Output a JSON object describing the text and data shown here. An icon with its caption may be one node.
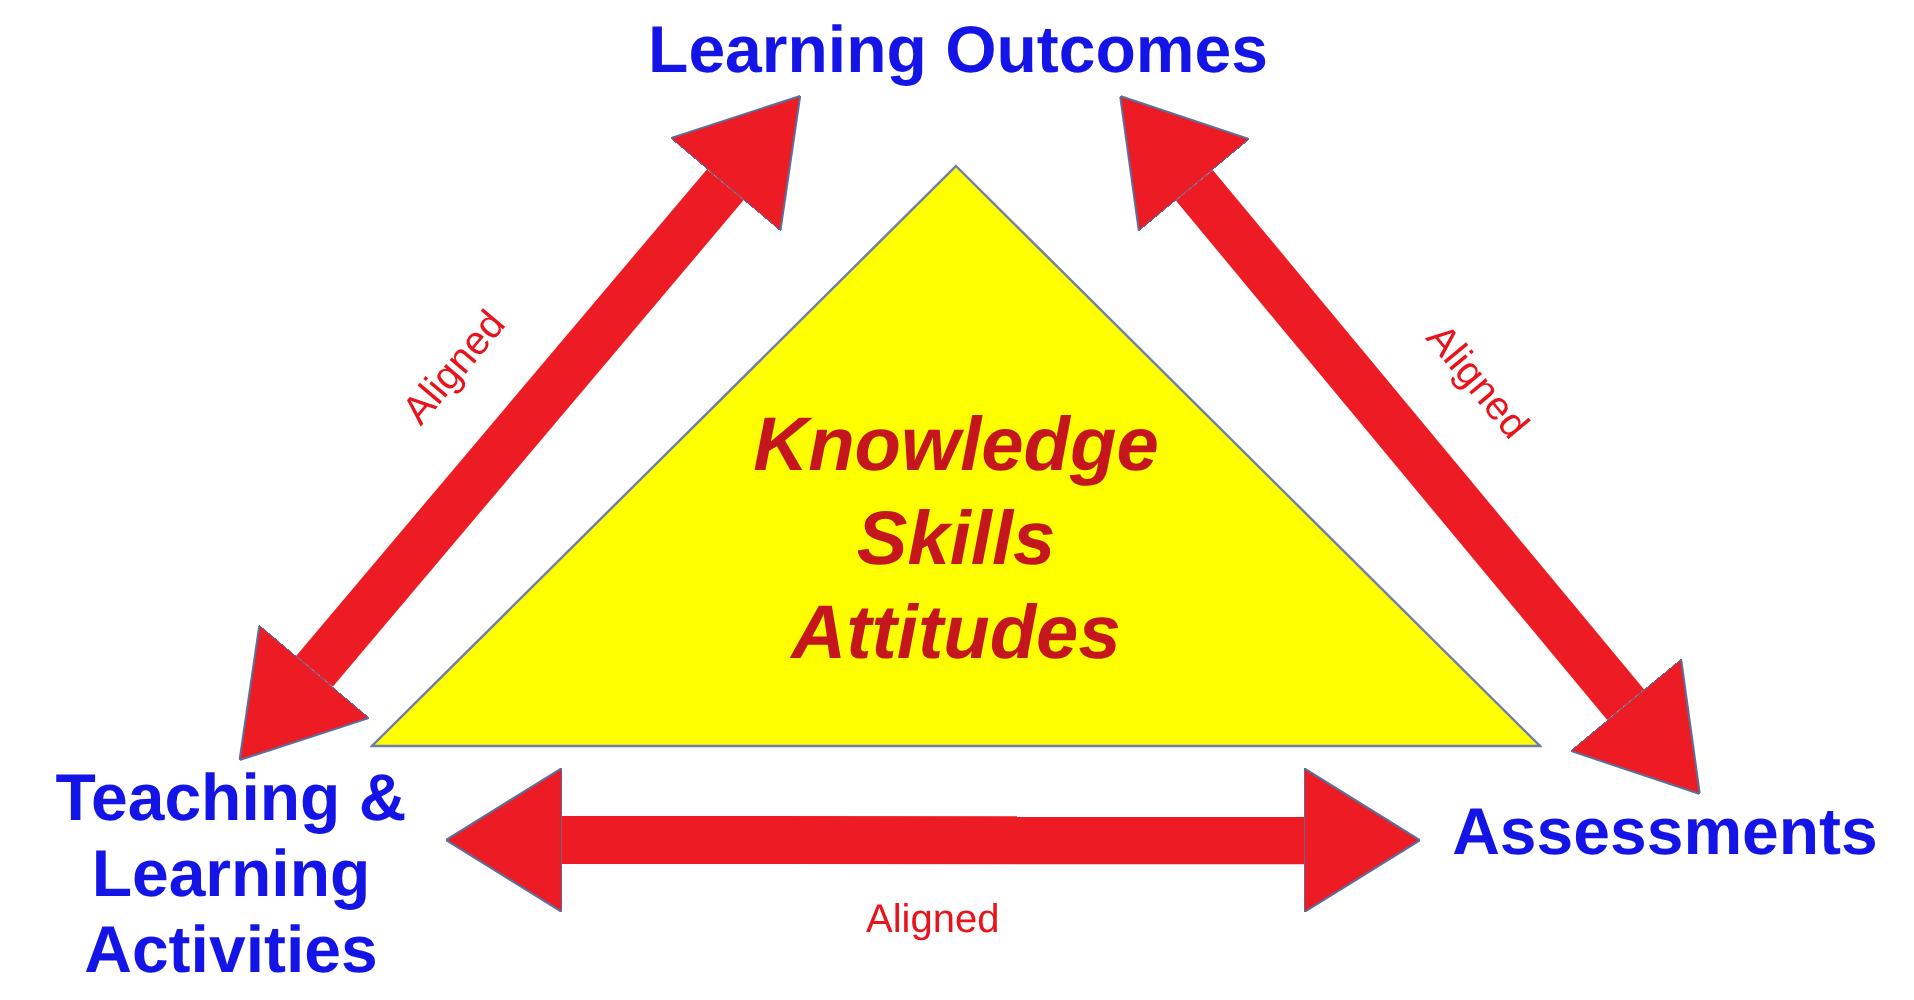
{
  "diagram": {
    "nodes": [
      {
        "text": [
          "Learning Outcomes"
        ]
      },
      {
        "text": [
          "Knowledge Skills Attitudes"
        ]
      },
      {
        "text": [
          "Teaching & Learning Activities"
        ]
      },
      {
        "text": [
          "Assessments"
        ]
      }
    ],
    "edges": [
      {
        "from": 0,
        "to": 2,
        "arrow": "both",
        "label": "Aligned"
      },
      {
        "from": 0,
        "to": 3,
        "arrow": "both",
        "label": "Aligned"
      },
      {
        "from": 2,
        "to": 3,
        "arrow": "both",
        "label": "Aligned"
      }
    ]
  }
}
